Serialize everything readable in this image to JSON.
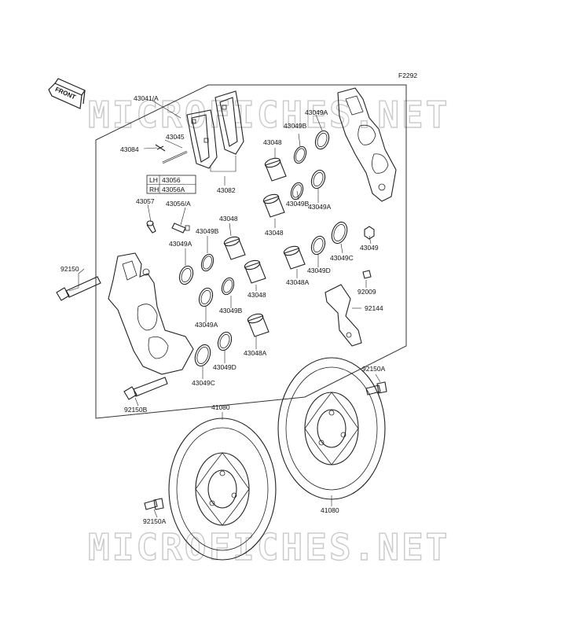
{
  "figure_code": "F2292",
  "watermark": "MICROFICHES.NET",
  "front_label": "FRONT",
  "lh_rh_box": {
    "lh": "LH",
    "lh_part": "43056",
    "rh": "RH",
    "rh_part": "43056A"
  },
  "labels": {
    "p43041A": "43041/A",
    "p43045": "43045",
    "p43084": "43084",
    "p43082": "43082",
    "p43057": "43057",
    "p43056A": "43056/A",
    "p92150": "92150",
    "p43049A_top": "43049A",
    "p43049B_top": "43049B",
    "p43048_top": "43048",
    "p43049B_mid": "43049B",
    "p43049A_mid": "43049A",
    "p43048_mid": "43048",
    "p43049": "43049",
    "p43049C_r": "43049C",
    "p43049D_r": "43049D",
    "p43048A_r": "43048A",
    "p92009": "92009",
    "p92144": "92144",
    "p43048_l": "43048",
    "p43049B_l": "43049B",
    "p43049A_l": "43049A",
    "p43048_l2": "43048",
    "p43049B_l2": "43049B",
    "p43049A_l2": "43049A",
    "p43048A_l": "43048A",
    "p43049D_l": "43049D",
    "p43049C_l": "43049C",
    "p92150B": "92150B",
    "p92150A_r": "92150A",
    "p41080_l": "41080",
    "p41080_r": "41080",
    "p92150A_l": "92150A"
  }
}
